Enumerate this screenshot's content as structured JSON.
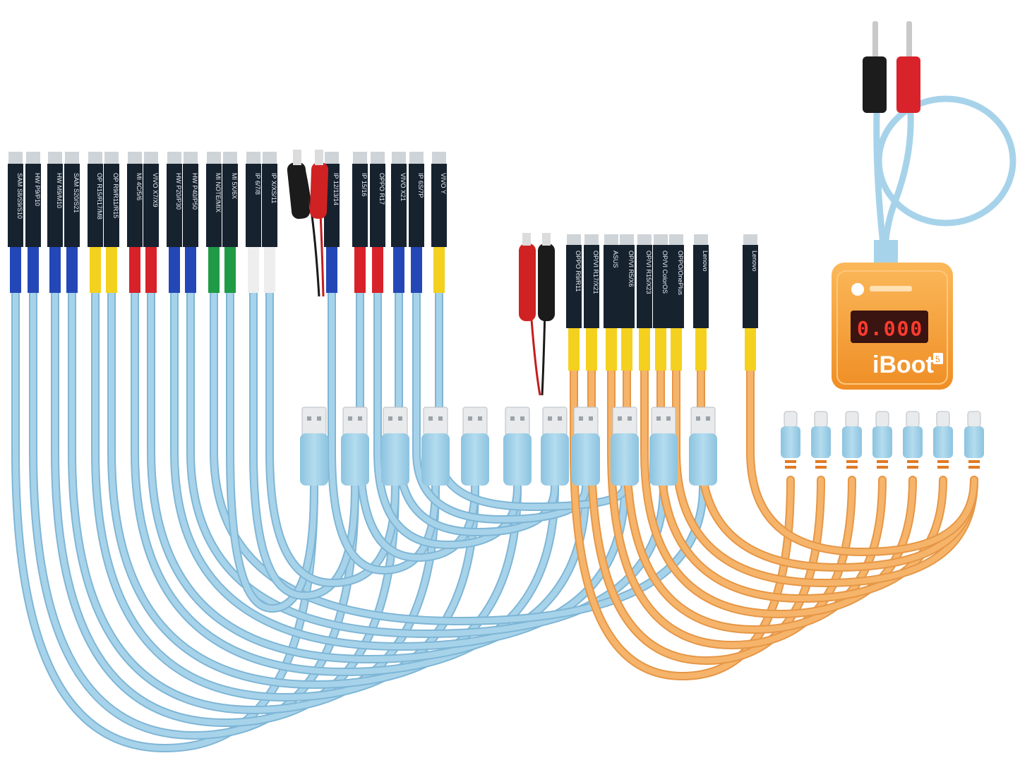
{
  "product": {
    "brand_label": "iBoot",
    "brand_badge": "5",
    "display_reading": "0.000"
  },
  "colors": {
    "blue_cable": "#a7d3ea",
    "blue_cable_edge": "#7fb6d6",
    "orange_cable": "#f6b46a",
    "orange_cable_edge": "#e59747",
    "board": "#17222f",
    "box_orange": "#f7a03c",
    "sleeve_blue": "#2447b8",
    "sleeve_yellow": "#f4d11e",
    "sleeve_red": "#d8222a",
    "sleeve_green": "#1f9a45",
    "sleeve_white": "#eeeeee"
  },
  "blue_group_labels": [
    "SAM S8/S9/S10",
    "HW P9/P10",
    "HW M9/M10",
    "SAM S20/S21",
    "OP R15/R17/M8",
    "OP R9/R11/R15",
    "MI 4C/5/6",
    "VIVO X7/X9",
    "HW P20/P30",
    "HW P40/P50",
    "MI NOTE/MIX",
    "MI 5X/6X",
    "IP 6/7/8",
    "IP X/XS/11",
    "IP 12/13/14",
    "IP 15/16",
    "OPPO R17",
    "VIVO X21",
    "IP 6S/7P",
    "VIVO Y"
  ],
  "yellow_group_labels": [
    "OPPO R9/R11",
    "OP/VI R17/X21",
    "ASUS",
    "OP/VI R5/X6",
    "OP/VI R15/X23",
    "OP/VI ColorOS",
    "OPPO/OnePlus",
    "Lenovo",
    "Lenovo"
  ]
}
